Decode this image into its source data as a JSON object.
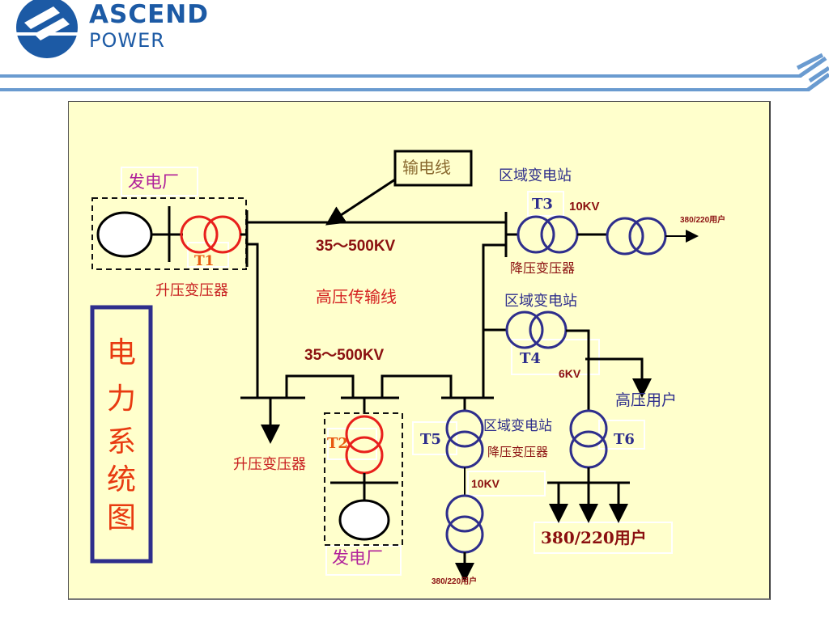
{
  "brand": {
    "name_line1": "ASCEND",
    "name_line2": "POWER",
    "color": "#1c5aa5",
    "rule_color": "#6a9bd0"
  },
  "diagram": {
    "background": "#ffffcc",
    "title": [
      "电",
      "力",
      "系",
      "统",
      "图"
    ],
    "transmission_line_callout": "输电线",
    "hv_line_label": "高压传输线",
    "voltage_top": "35～500KV",
    "voltage_bottom": "35～500KV",
    "plant_top": {
      "label": "发电厂",
      "transformer": "T1",
      "transformer_type": "升压变压器"
    },
    "plant_bottom": {
      "label": "发电厂",
      "transformer": "T2",
      "transformer_type": "升压变压器"
    },
    "substation_t3": {
      "label": "区域变电站",
      "transformer": "T3",
      "transformer_type": "降压变压器",
      "voltage": "10KV",
      "consumer": "380/220用户"
    },
    "substation_t4": {
      "label": "区域变电站",
      "transformer": "T4",
      "voltage": "6KV",
      "consumer": "高压用户"
    },
    "substation_t5": {
      "label": "区域变电站",
      "transformer": "T5",
      "transformer_type": "降压变压器",
      "voltage": "10KV",
      "consumer": "380/220用户"
    },
    "substation_t6": {
      "transformer": "T6",
      "consumer": "380/220用户"
    },
    "colors": {
      "step_up": "#e8201c",
      "step_down": "#2e2e8c",
      "label_dark_red": "#8b1010",
      "label_red": "#d42020",
      "magenta": "#b0209a",
      "callout_text": "#8a6a30",
      "title_text": "#e83a10",
      "title_border": "#2e2e8c"
    }
  }
}
